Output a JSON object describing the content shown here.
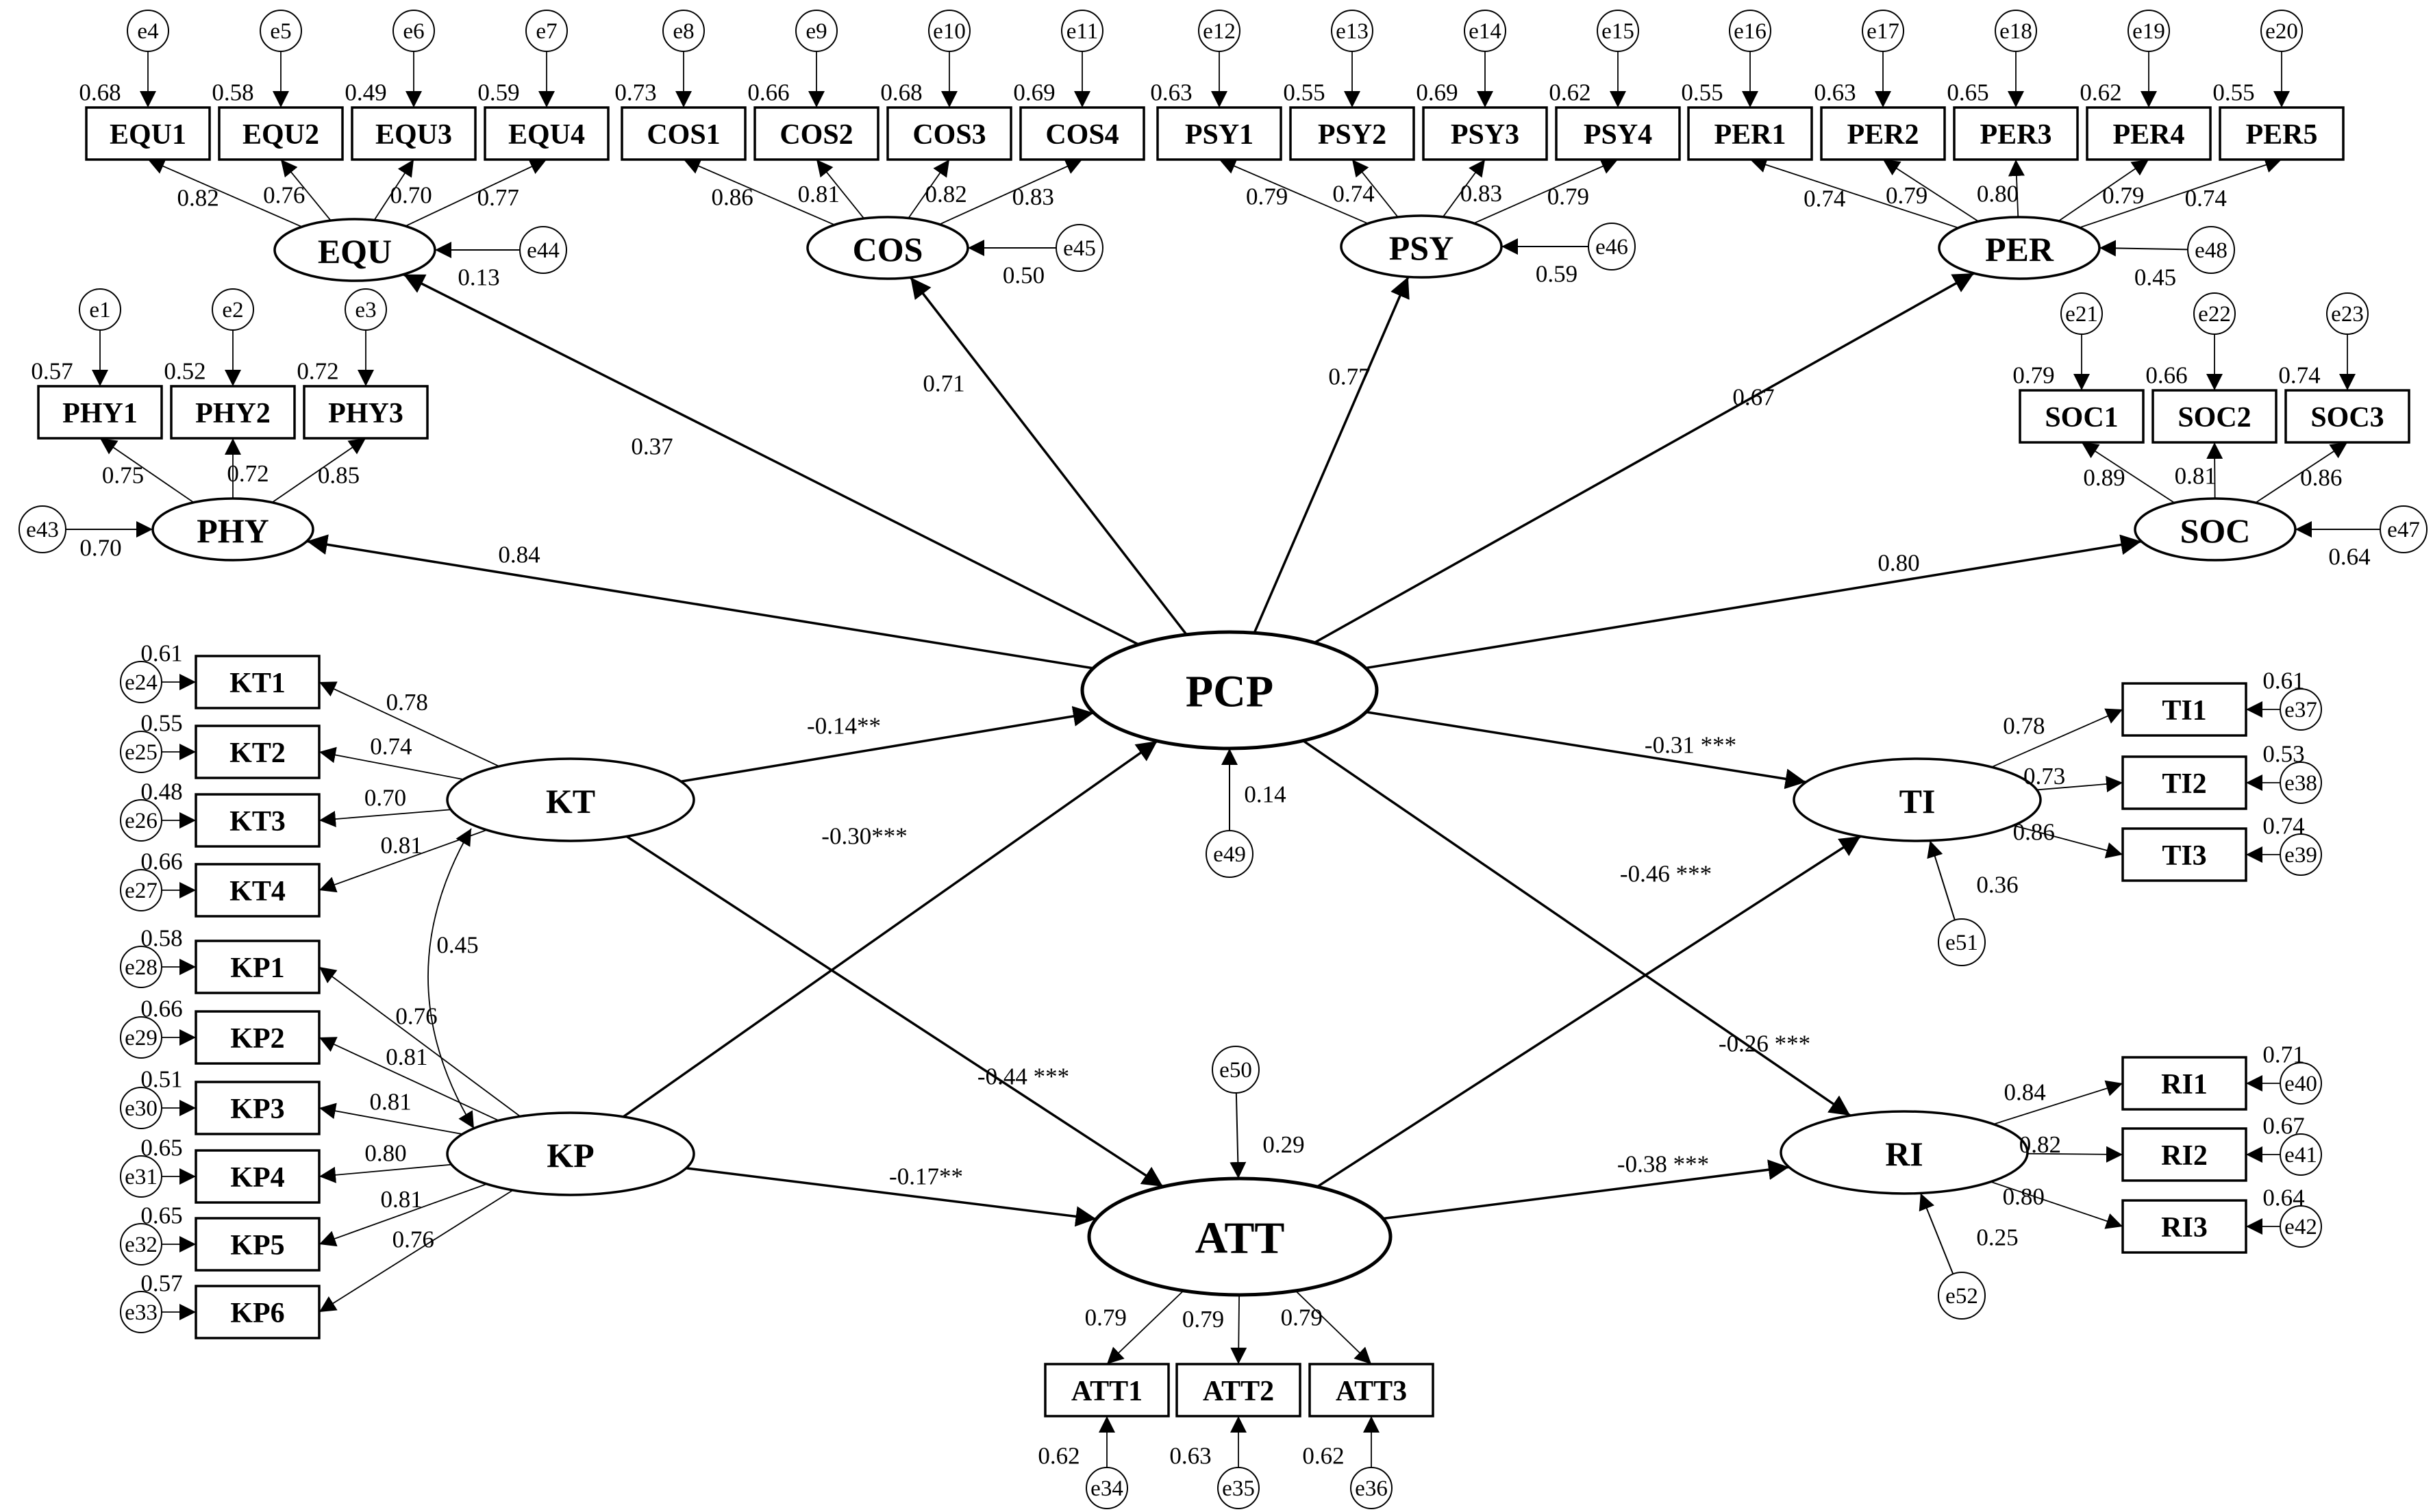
{
  "diagram": {
    "type": "structural-equation-model",
    "latent_variables": [
      {
        "id": "PCP",
        "label": "PCP"
      },
      {
        "id": "EQU",
        "label": "EQU"
      },
      {
        "id": "COS",
        "label": "COS"
      },
      {
        "id": "PSY",
        "label": "PSY"
      },
      {
        "id": "PER",
        "label": "PER"
      },
      {
        "id": "PHY",
        "label": "PHY"
      },
      {
        "id": "SOC",
        "label": "SOC"
      },
      {
        "id": "KT",
        "label": "KT"
      },
      {
        "id": "KP",
        "label": "KP"
      },
      {
        "id": "ATT",
        "label": "ATT"
      },
      {
        "id": "TI",
        "label": "TI"
      },
      {
        "id": "RI",
        "label": "RI"
      }
    ],
    "indicators": [
      {
        "id": "EQU1",
        "label": "EQU1",
        "error": "e4",
        "r2": "0.68",
        "loading": "0.82"
      },
      {
        "id": "EQU2",
        "label": "EQU2",
        "error": "e5",
        "r2": "0.58",
        "loading": "0.76"
      },
      {
        "id": "EQU3",
        "label": "EQU3",
        "error": "e6",
        "r2": "0.49",
        "loading": "0.70"
      },
      {
        "id": "EQU4",
        "label": "EQU4",
        "error": "e7",
        "r2": "0.59",
        "loading": "0.77"
      },
      {
        "id": "COS1",
        "label": "COS1",
        "error": "e8",
        "r2": "0.73",
        "loading": "0.86"
      },
      {
        "id": "COS2",
        "label": "COS2",
        "error": "e9",
        "r2": "0.66",
        "loading": "0.81"
      },
      {
        "id": "COS3",
        "label": "COS3",
        "error": "e10",
        "r2": "0.68",
        "loading": "0.82"
      },
      {
        "id": "COS4",
        "label": "COS4",
        "error": "e11",
        "r2": "0.69",
        "loading": "0.83"
      },
      {
        "id": "PSY1",
        "label": "PSY1",
        "error": "e12",
        "r2": "0.63",
        "loading": "0.79"
      },
      {
        "id": "PSY2",
        "label": "PSY2",
        "error": "e13",
        "r2": "0.55",
        "loading": "0.74"
      },
      {
        "id": "PSY3",
        "label": "PSY3",
        "error": "e14",
        "r2": "0.69",
        "loading": "0.83"
      },
      {
        "id": "PSY4",
        "label": "PSY4",
        "error": "e15",
        "r2": "0.62",
        "loading": "0.79"
      },
      {
        "id": "PER1",
        "label": "PER1",
        "error": "e16",
        "r2": "0.55",
        "loading": "0.74"
      },
      {
        "id": "PER2",
        "label": "PER2",
        "error": "e17",
        "r2": "0.63",
        "loading": "0.79"
      },
      {
        "id": "PER3",
        "label": "PER3",
        "error": "e18",
        "r2": "0.65",
        "loading": "0.80"
      },
      {
        "id": "PER4",
        "label": "PER4",
        "error": "e19",
        "r2": "0.62",
        "loading": "0.79"
      },
      {
        "id": "PER5",
        "label": "PER5",
        "error": "e20",
        "r2": "0.55",
        "loading": "0.74"
      },
      {
        "id": "PHY1",
        "label": "PHY1",
        "error": "e1",
        "r2": "0.57",
        "loading": "0.75"
      },
      {
        "id": "PHY2",
        "label": "PHY2",
        "error": "e2",
        "r2": "0.52",
        "loading": "0.72"
      },
      {
        "id": "PHY3",
        "label": "PHY3",
        "error": "e3",
        "r2": "0.72",
        "loading": "0.85"
      },
      {
        "id": "SOC1",
        "label": "SOC1",
        "error": "e21",
        "r2": "0.79",
        "loading": "0.89"
      },
      {
        "id": "SOC2",
        "label": "SOC2",
        "error": "e22",
        "r2": "0.66",
        "loading": "0.81"
      },
      {
        "id": "SOC3",
        "label": "SOC3",
        "error": "e23",
        "r2": "0.74",
        "loading": "0.86"
      },
      {
        "id": "KT1",
        "label": "KT1",
        "error": "e24",
        "r2": "0.61",
        "loading": "0.78"
      },
      {
        "id": "KT2",
        "label": "KT2",
        "error": "e25",
        "r2": "0.55",
        "loading": "0.74"
      },
      {
        "id": "KT3",
        "label": "KT3",
        "error": "e26",
        "r2": "0.48",
        "loading": "0.70"
      },
      {
        "id": "KT4",
        "label": "KT4",
        "error": "e27",
        "r2": "0.66",
        "loading": "0.81"
      },
      {
        "id": "KP1",
        "label": "KP1",
        "error": "e28",
        "r2": "0.58",
        "loading": "0.76"
      },
      {
        "id": "KP2",
        "label": "KP2",
        "error": "e29",
        "r2": "0.66",
        "loading": "0.81"
      },
      {
        "id": "KP3",
        "label": "KP3",
        "error": "e30",
        "r2": "0.51",
        "loading": "0.81"
      },
      {
        "id": "KP4",
        "label": "KP4",
        "error": "e31",
        "r2": "0.65",
        "loading": "0.80"
      },
      {
        "id": "KP5",
        "label": "KP5",
        "error": "e32",
        "r2": "0.65",
        "loading": "0.81"
      },
      {
        "id": "KP6",
        "label": "KP6",
        "error": "e33",
        "r2": "0.57",
        "loading": "0.76"
      },
      {
        "id": "ATT1",
        "label": "ATT1",
        "error": "e34",
        "r2": "0.62",
        "loading": "0.79"
      },
      {
        "id": "ATT2",
        "label": "ATT2",
        "error": "e35",
        "r2": "0.63",
        "loading": "0.79"
      },
      {
        "id": "ATT3",
        "label": "ATT3",
        "error": "e36",
        "r2": "0.62",
        "loading": "0.79"
      },
      {
        "id": "TI1",
        "label": "TI1",
        "error": "e37",
        "r2": "0.61",
        "loading": "0.78"
      },
      {
        "id": "TI2",
        "label": "TI2",
        "error": "e38",
        "r2": "0.53",
        "loading": "0.73"
      },
      {
        "id": "TI3",
        "label": "TI3",
        "error": "e39",
        "r2": "0.74",
        "loading": "0.86"
      },
      {
        "id": "RI1",
        "label": "RI1",
        "error": "e40",
        "r2": "0.71",
        "loading": "0.84"
      },
      {
        "id": "RI2",
        "label": "RI2",
        "error": "e41",
        "r2": "0.67",
        "loading": "0.82"
      },
      {
        "id": "RI3",
        "label": "RI3",
        "error": "e42",
        "r2": "0.64",
        "loading": "0.80"
      }
    ],
    "latent_errors": [
      {
        "latent": "PHY",
        "error": "e43",
        "value": "0.70"
      },
      {
        "latent": "EQU",
        "error": "e44",
        "value": "0.13"
      },
      {
        "latent": "COS",
        "error": "e45",
        "value": "0.50"
      },
      {
        "latent": "PSY",
        "error": "e46",
        "value": "0.59"
      },
      {
        "latent": "SOC",
        "error": "e47",
        "value": "0.64"
      },
      {
        "latent": "PER",
        "error": "e48",
        "value": "0.45"
      },
      {
        "latent": "PCP",
        "error": "e49",
        "value": "0.14"
      },
      {
        "latent": "ATT",
        "error": "e50",
        "value": "0.29"
      },
      {
        "latent": "TI",
        "error": "e51",
        "value": "0.36"
      },
      {
        "latent": "RI",
        "error": "e52",
        "value": "0.25"
      }
    ],
    "second_order_loadings": [
      {
        "from": "PCP",
        "to": "EQU",
        "value": "0.37"
      },
      {
        "from": "PCP",
        "to": "COS",
        "value": "0.71"
      },
      {
        "from": "PCP",
        "to": "PSY",
        "value": "0.77"
      },
      {
        "from": "PCP",
        "to": "PER",
        "value": "0.67"
      },
      {
        "from": "PCP",
        "to": "PHY",
        "value": "0.84"
      },
      {
        "from": "PCP",
        "to": "SOC",
        "value": "0.80"
      }
    ],
    "structural_paths": [
      {
        "from": "KT",
        "to": "PCP",
        "value": "-0.14**"
      },
      {
        "from": "KP",
        "to": "PCP",
        "value": "-0.30***"
      },
      {
        "from": "KT",
        "to": "ATT",
        "value": "-0.44 ***"
      },
      {
        "from": "KP",
        "to": "ATT",
        "value": "-0.17**"
      },
      {
        "from": "PCP",
        "to": "TI",
        "value": "-0.31 ***"
      },
      {
        "from": "PCP",
        "to": "RI",
        "value": "-0.26 ***"
      },
      {
        "from": "ATT",
        "to": "TI",
        "value": "-0.46 ***"
      },
      {
        "from": "ATT",
        "to": "RI",
        "value": "-0.38 ***"
      }
    ],
    "covariances": [
      {
        "between": [
          "KT",
          "KP"
        ],
        "value": "0.45"
      }
    ]
  }
}
